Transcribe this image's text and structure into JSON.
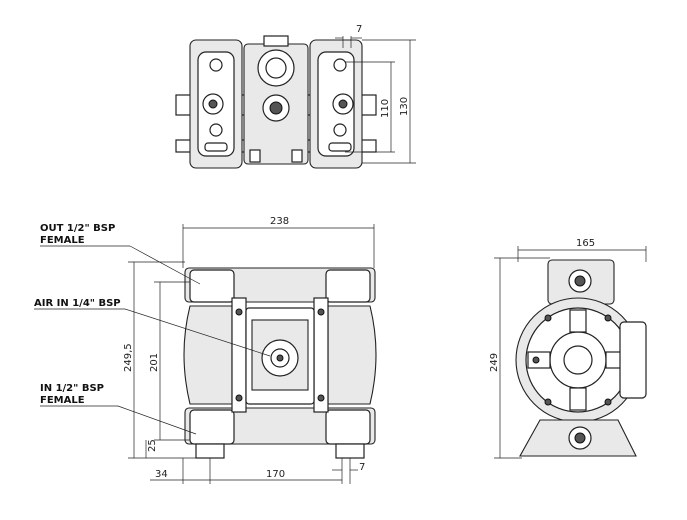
{
  "callouts": {
    "out_line1": "OUT 1/2\" BSP",
    "out_line2": "FEMALE",
    "air": "AIR IN 1/4\" BSP",
    "in_line1": "IN 1/2\" BSP",
    "in_line2": "FEMALE"
  },
  "dimensions": {
    "top_small": "7",
    "top_inner_height": "110",
    "top_outer_height": "130",
    "front_width": "238",
    "front_total_height": "249,5",
    "front_inner_height": "201",
    "front_base": "25",
    "front_left_offset": "34",
    "front_port_spacing": "170",
    "front_small": "7",
    "side_width": "165",
    "side_height": "249"
  }
}
